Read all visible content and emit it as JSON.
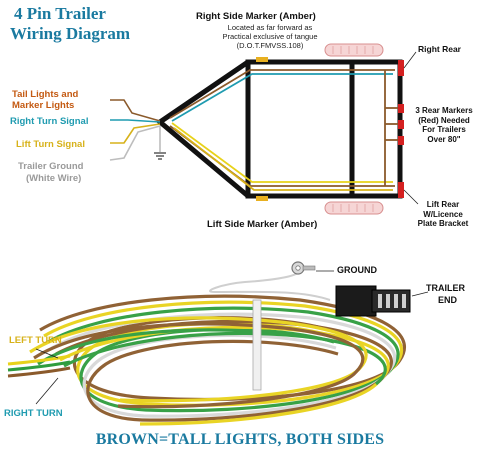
{
  "title_line1": "4 Pin Trailer",
  "title_line2": "Wiring Diagram",
  "right_side_marker": "Right Side Marker (Amber)",
  "marker_note_1": "Located as far forward as",
  "marker_note_2": "Practical exclusive of tangue",
  "marker_note_3": "(D.O.T.FMVSS.108)",
  "right_rear": "Right Rear",
  "tail_lights_1": "Tail Lights and",
  "tail_lights_2": "Marker Lights",
  "right_turn_signal": "Right Turn Signal",
  "left_turn_signal": "Lift Turn Signal",
  "trailer_ground_1": "Trailer Ground",
  "trailer_ground_2": "(White Wire)",
  "rear_markers_1": "3 Rear Markers",
  "rear_markers_2": "(Red) Needed",
  "rear_markers_3": "For Trailers",
  "rear_markers_4": "Over 80\"",
  "left_side_marker": "Lift Side Marker (Amber)",
  "lift_rear_1": "Lift Rear",
  "lift_rear_2": "W/Licence",
  "lift_rear_3": "Plate Bracket",
  "ground": "GROUND",
  "trailer_end_1": "TRAILER",
  "trailer_end_2": "END",
  "left_turn": "LEFT TURN",
  "right_turn": "RIGHT TURN",
  "footer": "BROWN=TALL LIGHTS, BOTH SIDES",
  "colors": {
    "brown": "#8b5a2b",
    "green": "#2e9c3e",
    "yellow": "#e8d21a",
    "white_wire": "#c8c8c8",
    "amber": "#e8b020",
    "red_light": "#d42020",
    "title_blue": "#1a7aa0",
    "cyan_text": "#1f9bb0",
    "yellow_text": "#d7b21a",
    "orange_text": "#c45a12"
  }
}
